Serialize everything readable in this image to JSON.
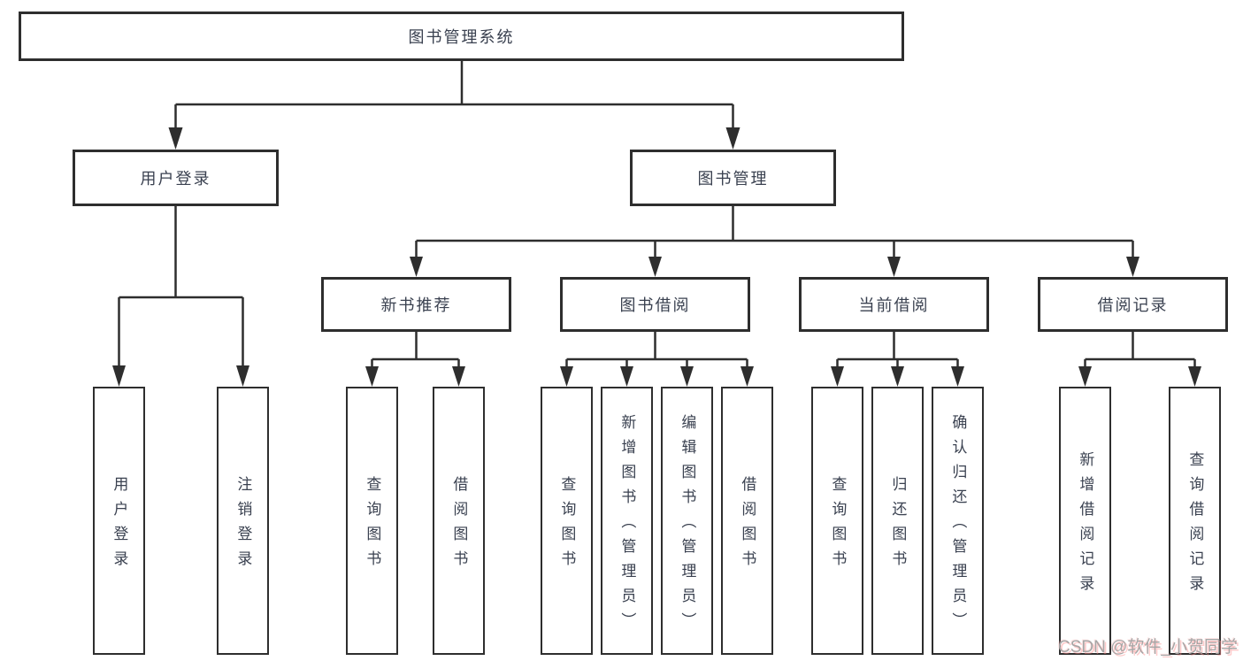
{
  "diagram": {
    "type": "hierarchy-tree",
    "colors": {
      "line": "#2e2e2e",
      "text": "#3a4150",
      "box_background": "#ffffff",
      "watermark_gray": "#a6a6a6",
      "watermark_pink": "#ff8c8c"
    },
    "nodes": {
      "root": "图书管理系统",
      "level2": [
        "用户登录",
        "图书管理"
      ],
      "level3": [
        "新书推荐",
        "图书借阅",
        "当前借阅",
        "借阅记录"
      ],
      "leaves_login": [
        "用户登录",
        "注销登录"
      ],
      "leaves_recommend": [
        "查询图书",
        "借阅图书"
      ],
      "leaves_borrow": [
        "查询图书",
        "新增图书（管理员）",
        "编辑图书（管理员）",
        "借阅图书"
      ],
      "leaves_current": [
        "查询图书",
        "归还图书",
        "确认归还（管理员）"
      ],
      "leaves_records": [
        "新增借阅记录",
        "查询借阅记录"
      ]
    },
    "watermark": "CSDN @软件_小贺同学"
  }
}
